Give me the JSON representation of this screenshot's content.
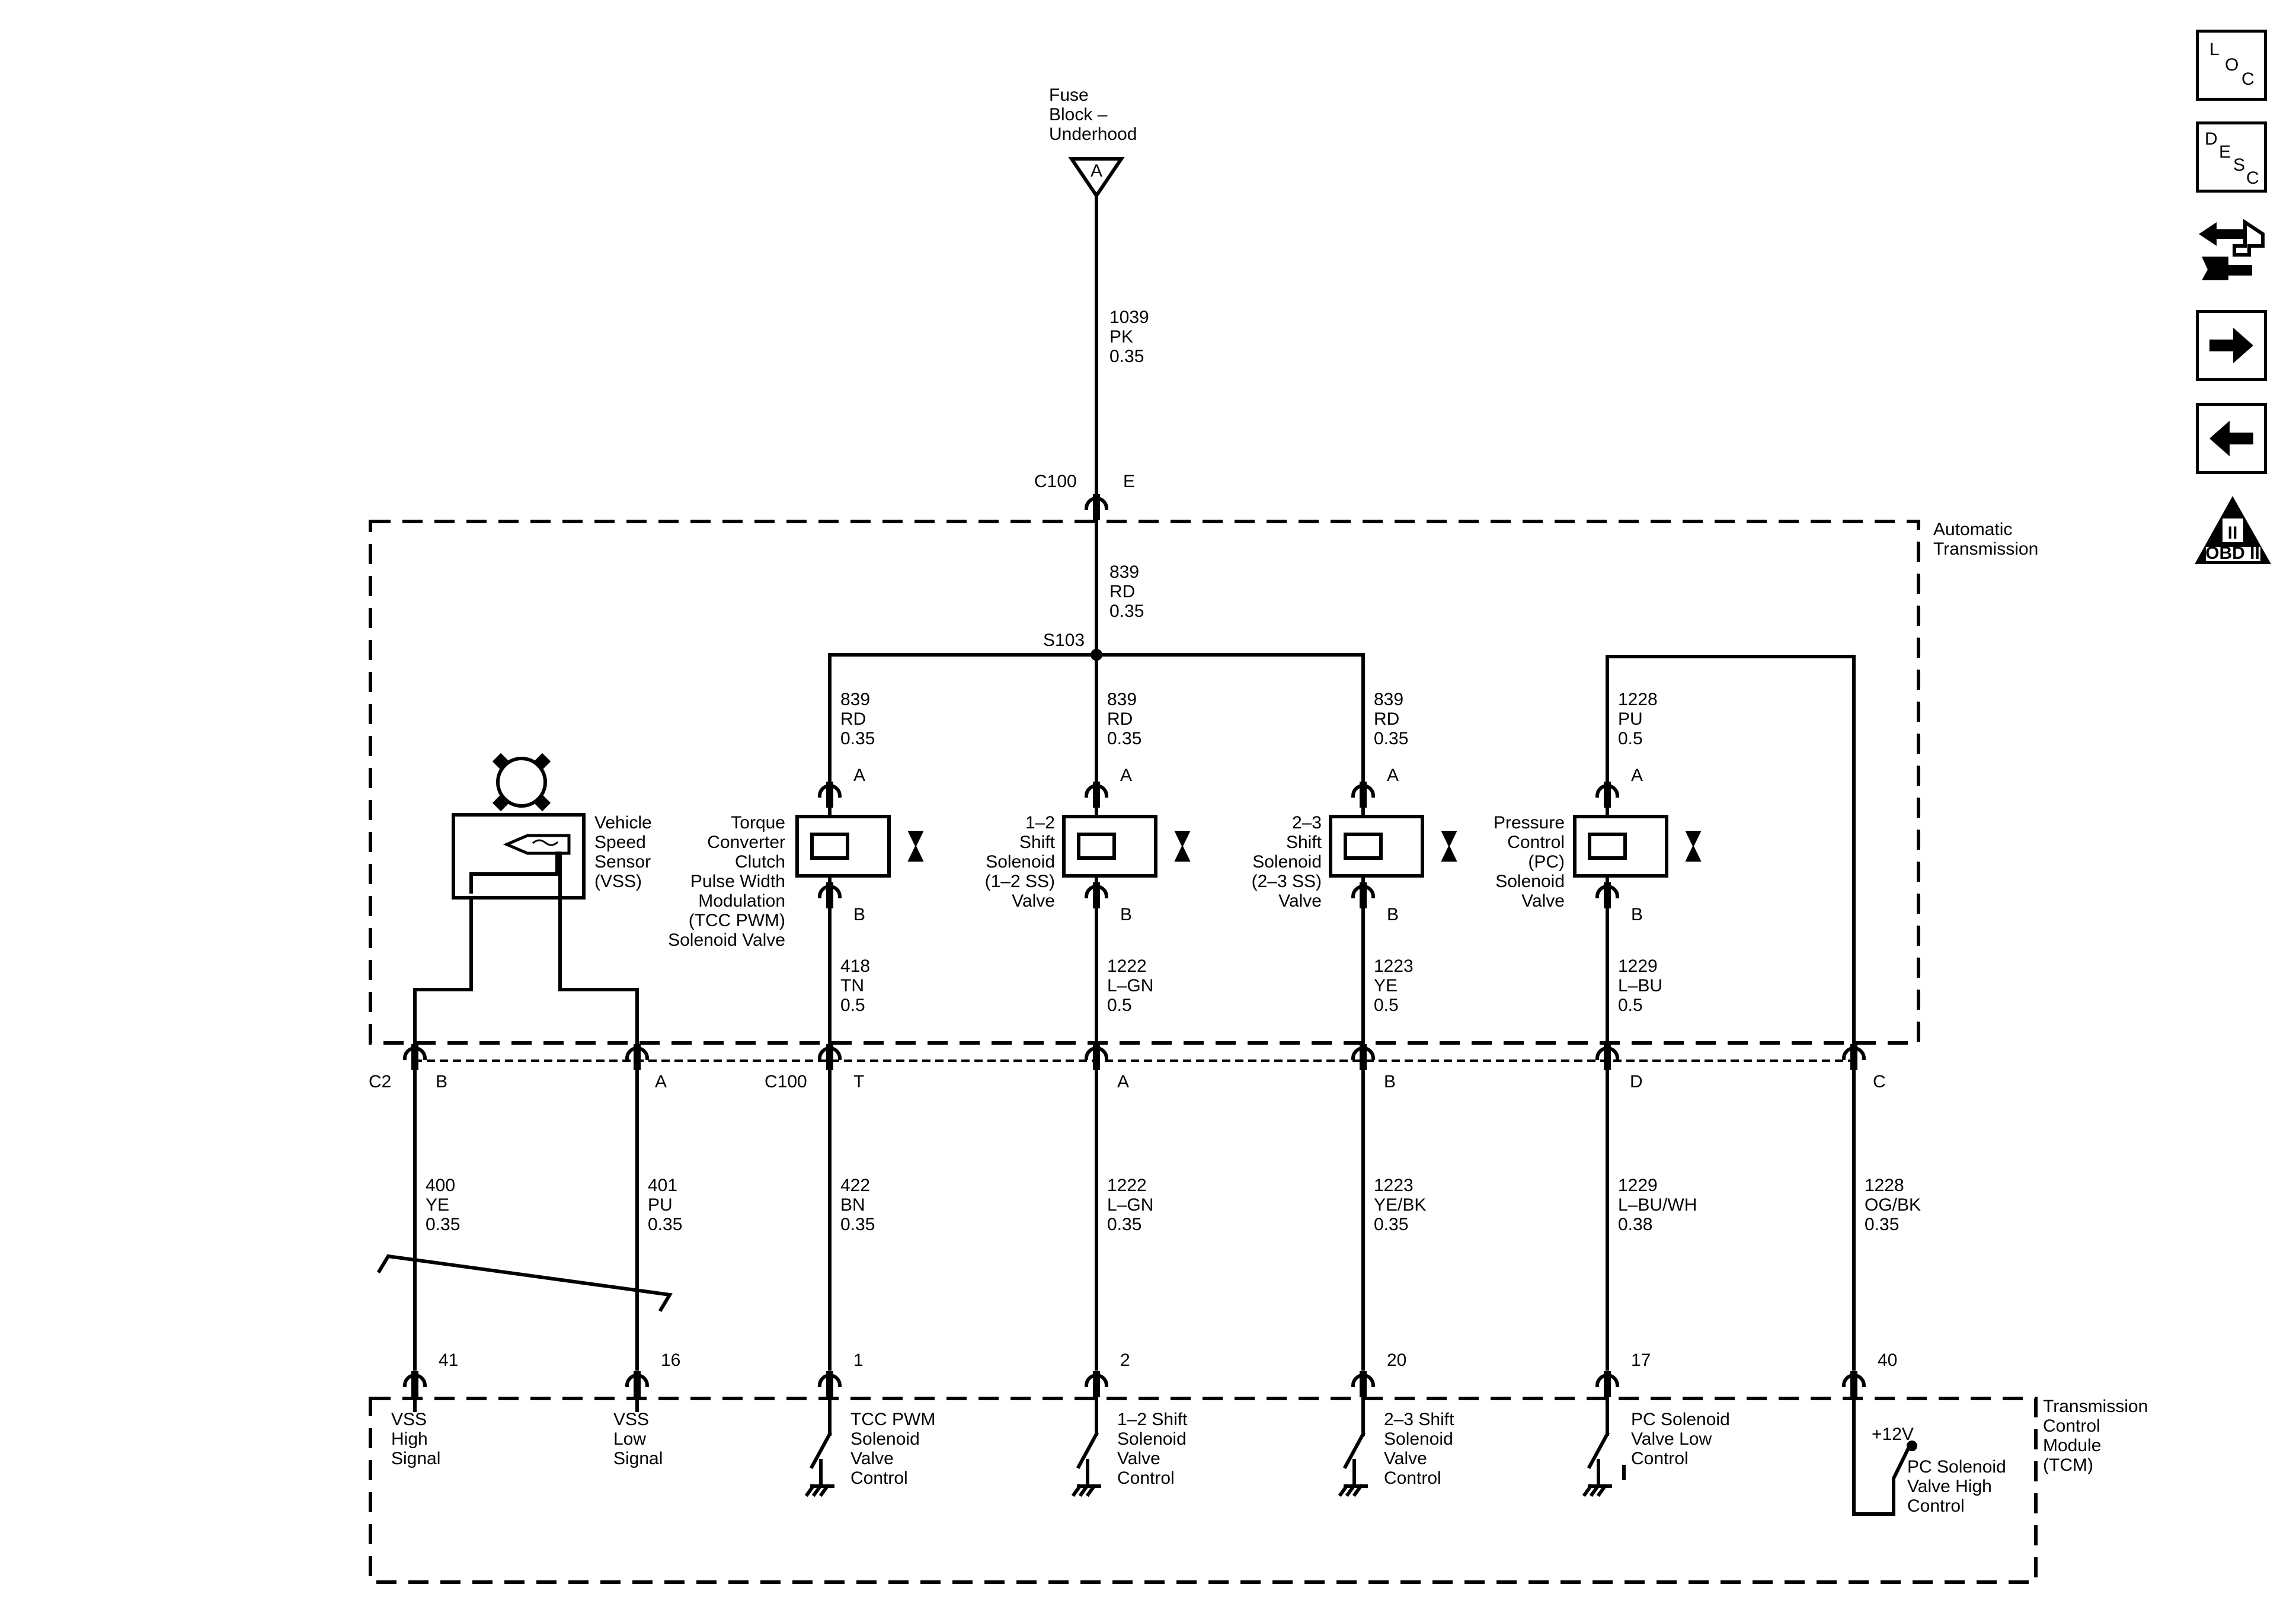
{
  "nav": {
    "loc": [
      "L",
      "O",
      "C"
    ],
    "desc": [
      "D",
      "E",
      "S",
      "C"
    ],
    "obd_label": "OBD II",
    "obd_roman": "II"
  },
  "diagram": {
    "fuse_block": [
      "Fuse",
      "Block –",
      "Underhood"
    ],
    "fuse_pin": "A",
    "feed_wire": [
      "1039",
      "PK",
      "0.35"
    ],
    "c100_top": {
      "connector": "C100",
      "pin": "E"
    },
    "auto_trans": [
      "Automatic",
      "Transmission"
    ],
    "feed_wire2": [
      "839",
      "RD",
      "0.35"
    ],
    "splice": "S103",
    "solenoids": [
      {
        "top_wire": [
          "839",
          "RD",
          "0.35"
        ],
        "pin_a": "A",
        "pin_b": "B",
        "name": [
          "Torque",
          "Converter",
          "Clutch",
          "Pulse Width",
          "Modulation",
          "(TCC PWM)",
          "Solenoid Valve"
        ],
        "bot_wire": [
          "418",
          "TN",
          "0.5"
        ]
      },
      {
        "top_wire": [
          "839",
          "RD",
          "0.35"
        ],
        "pin_a": "A",
        "pin_b": "B",
        "name": [
          "1–2",
          "Shift",
          "Solenoid",
          "(1–2 SS)",
          "Valve"
        ],
        "bot_wire": [
          "1222",
          "L–GN",
          "0.5"
        ]
      },
      {
        "top_wire": [
          "839",
          "RD",
          "0.35"
        ],
        "pin_a": "A",
        "pin_b": "B",
        "name": [
          "2–3",
          "Shift",
          "Solenoid",
          "(2–3 SS)",
          "Valve"
        ],
        "bot_wire": [
          "1223",
          "YE",
          "0.5"
        ]
      },
      {
        "top_wire": [
          "1228",
          "PU",
          "0.5"
        ],
        "pin_a": "A",
        "pin_b": "B",
        "name": [
          "Pressure",
          "Control",
          "(PC)",
          "Solenoid",
          "Valve"
        ],
        "bot_wire": [
          "1229",
          "L–BU",
          "0.5"
        ]
      }
    ],
    "vss_name": [
      "Vehicle",
      "Speed",
      "Sensor",
      "(VSS)"
    ],
    "c2": {
      "connector": "C2",
      "pins": [
        "B",
        "A"
      ]
    },
    "c100": {
      "connector": "C100",
      "pins": [
        "T",
        "A",
        "B",
        "D",
        "C"
      ]
    },
    "lower_wires": [
      [
        "400",
        "YE",
        "0.35"
      ],
      [
        "401",
        "PU",
        "0.35"
      ],
      [
        "422",
        "BN",
        "0.35"
      ],
      [
        "1222",
        "L–GN",
        "0.35"
      ],
      [
        "1223",
        "YE/BK",
        "0.35"
      ],
      [
        "1229",
        "L–BU/WH",
        "0.38"
      ],
      [
        "1228",
        "OG/BK",
        "0.35"
      ]
    ],
    "tcm_pins": [
      "41",
      "16",
      "1",
      "2",
      "20",
      "17",
      "40"
    ],
    "tcm_labels": [
      [
        "VSS",
        "High",
        "Signal"
      ],
      [
        "VSS",
        "Low",
        "Signal"
      ],
      [
        "TCC PWM",
        "Solenoid",
        "Valve",
        "Control"
      ],
      [
        "1–2 Shift",
        "Solenoid",
        "Valve",
        "Control"
      ],
      [
        "2–3 Shift",
        "Solenoid",
        "Valve",
        "Control"
      ],
      [
        "PC Solenoid",
        "Valve Low",
        "Control"
      ],
      [
        "PC Solenoid",
        "Valve High",
        "Control"
      ]
    ],
    "plus12": "+12V",
    "tcm_name": [
      "Transmission",
      "Control",
      "Module",
      "(TCM)"
    ]
  }
}
